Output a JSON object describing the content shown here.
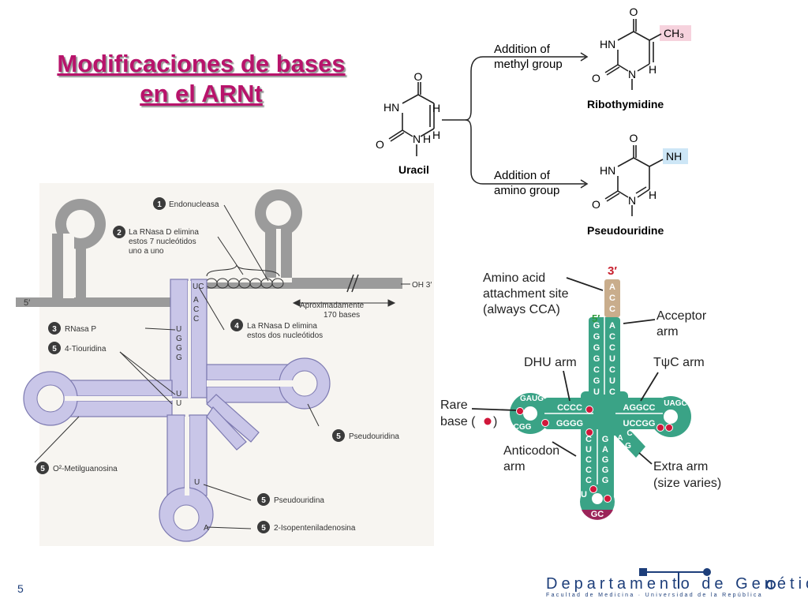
{
  "slide": {
    "title_line1": "Modificaciones de bases",
    "title_line2": "en el ARNt",
    "page_number": "5"
  },
  "chem": {
    "uracil": {
      "name": "Uracil",
      "o_top": "O",
      "hn": "HN",
      "h1": "H",
      "h2": "H",
      "o_bottom": "O",
      "n": "N",
      "h3": "H"
    },
    "methyl": {
      "line1": "Addition of",
      "line2": "methyl group",
      "product": "Ribothymidine",
      "o_top": "O",
      "ch3": "CH₃",
      "hn": "HN",
      "o_bottom": "O",
      "n": "N",
      "h": "H"
    },
    "amino": {
      "line1": "Addition of",
      "line2": "amino group",
      "product": "Pseudouridine",
      "o_top": "O",
      "nh": "NH",
      "hn": "HN",
      "o_bottom": "O",
      "n": "N",
      "h": "H"
    }
  },
  "processing": {
    "labels": {
      "l1": "Endonucleasa",
      "l2a": "La RNasa D elimina",
      "l2b": "estos 7 nucleótidos",
      "l2c": "uno a uno",
      "l3": "RNasa P",
      "l4a": "La RNasa D elimina",
      "l4b": "estos dos nucleótidos",
      "l5a": "4-Tiouridina",
      "l5b": "Pseudouridina",
      "l5c": "O²-Metilguanosina",
      "l5d": "Pseudouridina",
      "l5e": "2-Isopenteniladenosina",
      "five_prime": "5′",
      "oh3": "OH 3′",
      "aprox1": "Aproximadamente",
      "aprox2": "170 bases"
    },
    "badges": [
      "1",
      "2",
      "3",
      "4",
      "5",
      "5",
      "5",
      "5",
      "5"
    ],
    "bases": {
      "uc": "UC",
      "acc": [
        "A",
        "C",
        "C"
      ],
      "uggg": [
        "U",
        "G",
        "G",
        "G"
      ],
      "uu": [
        "U",
        "U"
      ],
      "u_low": "U",
      "a_low": "A"
    }
  },
  "cloverleaf": {
    "labels": {
      "aa1": "Amino acid",
      "aa2": "attachment site",
      "aa3": "(always CCA)",
      "three_prime": "3′",
      "five_prime": "5′",
      "acceptor1": "Acceptor",
      "acceptor2": "arm",
      "dhu": "DHU arm",
      "tpsic": "TψC arm",
      "rare1": "Rare",
      "rare2": "base (",
      "rare3": ")",
      "anticodon1": "Anticodon",
      "anticodon2": "arm",
      "extra1": "Extra arm",
      "extra2": "(size varies)"
    },
    "sequences": {
      "cca": [
        "A",
        "C",
        "C"
      ],
      "acc_left": [
        "G",
        "G",
        "G",
        "G",
        "C",
        "G",
        "U"
      ],
      "acc_right": [
        "A",
        "C",
        "C",
        "U",
        "C",
        "U",
        "C"
      ],
      "dhu_top": "CCCC",
      "dhu_bottom": "GGGG",
      "dhu_loop": "GAUG",
      "dhu_loop2": "CGG",
      "t_top": "AGGCC",
      "t_bottom": "UCCGG",
      "t_loop": "UAGC",
      "ac_left": [
        "C",
        "U",
        "C",
        "C",
        "C",
        "U"
      ],
      "ac_right": [
        "G",
        "A",
        "G",
        "G",
        "G"
      ],
      "ac_loop": "GC",
      "extra": [
        "A",
        "G",
        "C"
      ]
    },
    "colors": {
      "body": "#3aa386",
      "cca": "#c9ad8c",
      "loop_ac": "#9b2459",
      "dot": "#d0173a",
      "prime3": "#c8202e",
      "prime5": "#2e9a3a"
    }
  },
  "footer": {
    "dept": "Departamento de Genética",
    "sub": "Facultad de Medicina · Universidad de la República"
  }
}
